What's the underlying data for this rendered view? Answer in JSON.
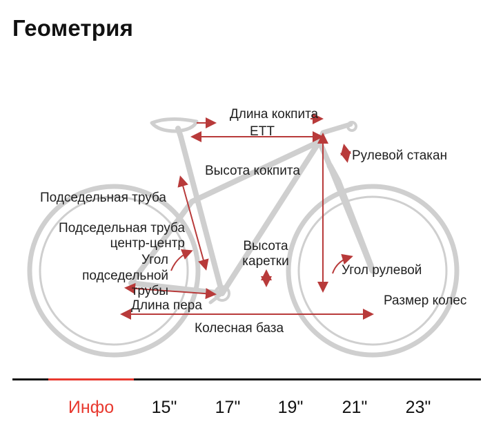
{
  "page_title": "Геометрия",
  "labels": {
    "cockpit_length": "Длина кокпита",
    "ett": "ETT",
    "head_tube": "Рулевой стакан",
    "cockpit_height": "Высота кокпита",
    "seat_tube": "Подседельная труба",
    "seat_tube_cc_line1": "Подседельная труба",
    "seat_tube_cc_line2": "центр-центр",
    "bb_height_line1": "Высота",
    "bb_height_line2": "каретки",
    "seat_angle_line1": "Угол",
    "seat_angle_line2": "подседельной",
    "seat_angle_line3": "трубы",
    "head_angle": "Угол рулевой",
    "wheel_size": "Размер колес",
    "chainstay": "Длина пера",
    "wheelbase": "Колесная база"
  },
  "tabs": [
    {
      "label": "Инфо",
      "active": true
    },
    {
      "label": "15\"",
      "active": false
    },
    {
      "label": "17\"",
      "active": false
    },
    {
      "label": "19\"",
      "active": false
    },
    {
      "label": "21\"",
      "active": false
    },
    {
      "label": "23\"",
      "active": false
    }
  ],
  "colors": {
    "accent": "#e8392f",
    "bike_outline": "#c9c9c9",
    "dimension_arrow": "#b83a3a"
  }
}
